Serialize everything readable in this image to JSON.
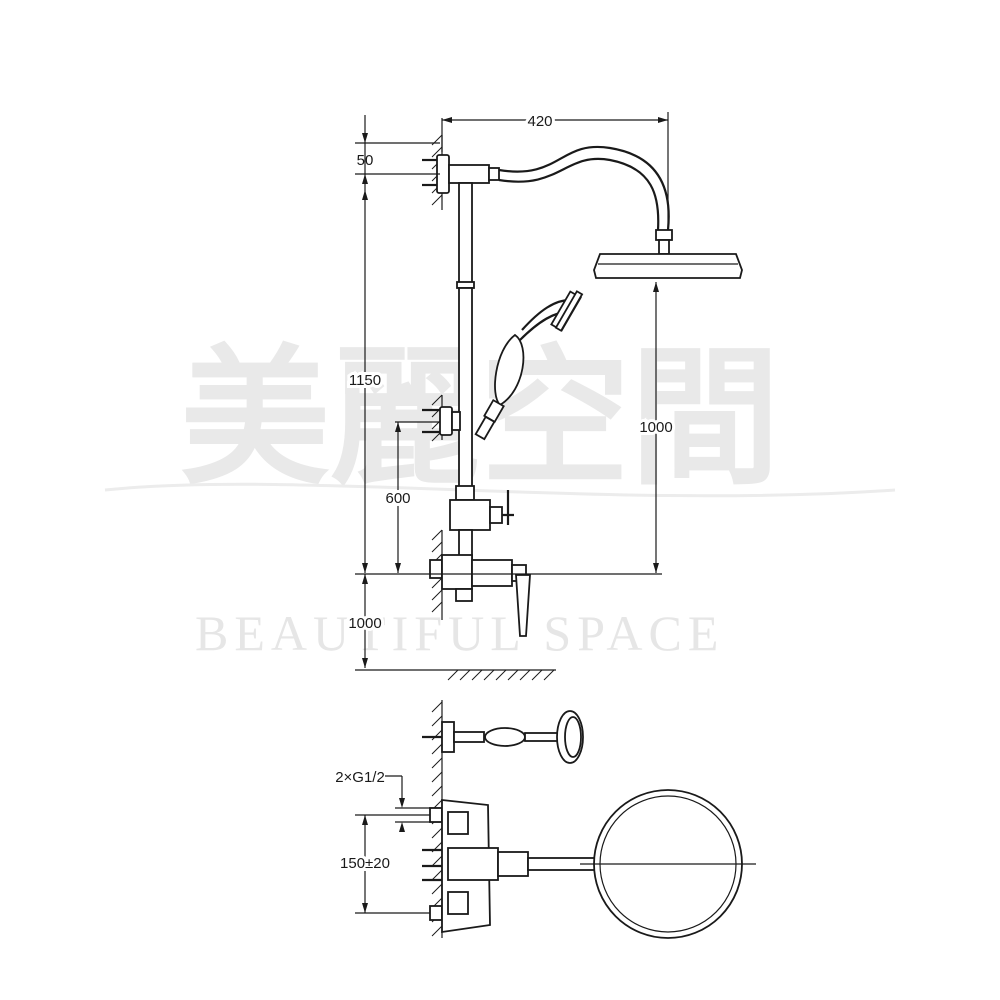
{
  "watermark": {
    "cjk": "美麗空間",
    "latin": "BEAUTIFUL SPACE"
  },
  "dimensions": {
    "width_top": "420",
    "offset_top": "50",
    "height_total": "1150",
    "height_head": "1000",
    "height_bracket": "600",
    "height_floor": "1000",
    "inlet": "2×G1/2",
    "inlet_spacing": "150±20"
  },
  "colors": {
    "line": "#1a1a1a",
    "watermark": "#e9e9e9"
  }
}
